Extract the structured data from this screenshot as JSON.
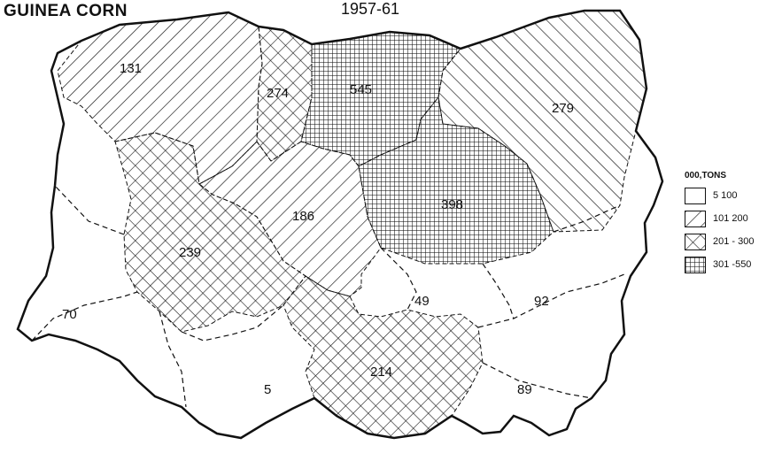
{
  "map": {
    "title": "GUINEA CORN",
    "period": "1957-61",
    "regions": [
      {
        "id": "r131",
        "value": "131",
        "class": "101-200"
      },
      {
        "id": "r274",
        "value": "274",
        "class": "201-300"
      },
      {
        "id": "r545",
        "value": "545",
        "class": "301-550"
      },
      {
        "id": "r279",
        "value": "279",
        "class": "101-200"
      },
      {
        "id": "r398",
        "value": "398",
        "class": "301-550"
      },
      {
        "id": "r186",
        "value": "186",
        "class": "101-200"
      },
      {
        "id": "r239",
        "value": "239",
        "class": "201-300"
      },
      {
        "id": "r70",
        "value": "70",
        "class": "5-100"
      },
      {
        "id": "r49",
        "value": "49",
        "class": "5-100"
      },
      {
        "id": "r92",
        "value": "92",
        "class": "5-100"
      },
      {
        "id": "r214",
        "value": "214",
        "class": "201-300"
      },
      {
        "id": "r5",
        "value": "5",
        "class": "5-100"
      },
      {
        "id": "r89",
        "value": "89",
        "class": "5-100"
      }
    ]
  },
  "legend": {
    "title": "000,TONS",
    "items": [
      {
        "label": "5 100",
        "pattern": "blank"
      },
      {
        "label": "101 200",
        "pattern": "diagonal-hatch"
      },
      {
        "label": "201 - 300",
        "pattern": "cross-hatch"
      },
      {
        "label": "301 -550",
        "pattern": "grid-hatch"
      }
    ]
  },
  "style": {
    "ink": "#111111",
    "paper": "#ffffff"
  }
}
